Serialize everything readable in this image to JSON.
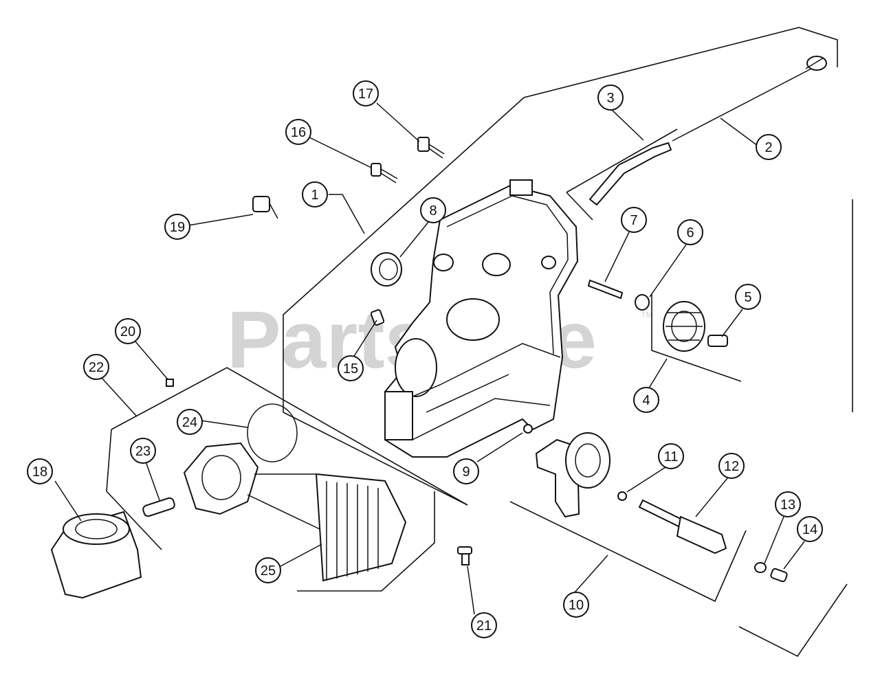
{
  "watermark": {
    "text": "PartsTree",
    "trademark": "TM"
  },
  "callouts": [
    "1",
    "2",
    "3",
    "4",
    "5",
    "6",
    "7",
    "8",
    "9",
    "10",
    "11",
    "12",
    "13",
    "14",
    "15",
    "16",
    "17",
    "18",
    "19",
    "20",
    "21",
    "22",
    "23",
    "24",
    "25"
  ]
}
